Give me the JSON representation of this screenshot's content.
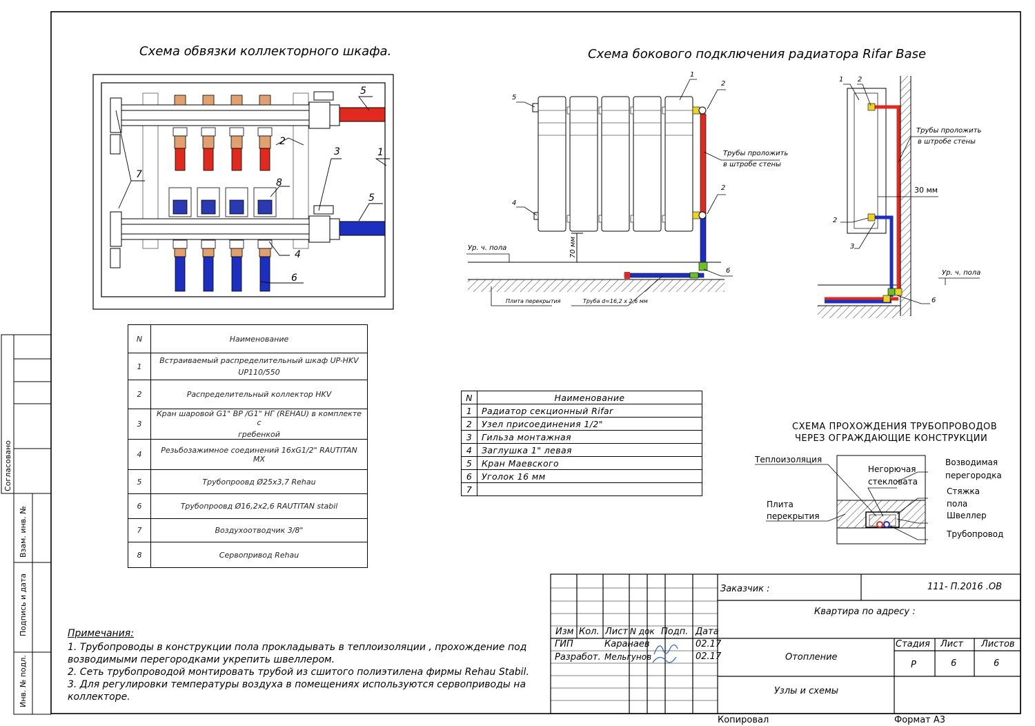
{
  "titles": {
    "manifold": "Схема обвязки коллекторного шкафа.",
    "radiator": "Схема бокового подключения радиатора  Rifar Base",
    "passage_1": "СХЕМА ПРОХОЖДЕНИЯ ТРУБОПРОВОДОВ",
    "passage_2": "ЧЕРЕЗ ОГРАЖДАЮЩИЕ КОНСТРУКЦИИ"
  },
  "manifold_callouts": [
    "5",
    "2",
    "3",
    "1",
    "7",
    "8",
    "5",
    "4",
    "6"
  ],
  "radiator_labels": {
    "front": {
      "c1": "1",
      "c2a": "2",
      "c5": "5",
      "c4": "4",
      "c2b": "2",
      "c6": "6",
      "wall_note_1": "Трубы проложить",
      "wall_note_2": "в штробе стены",
      "floor_level": "Ур. ч. пола",
      "dim": "70 мм",
      "slab": "Плита перекрытия",
      "pipe": "Труба d=16,2 х 2,6  мм"
    },
    "side": {
      "c1": "1",
      "c2a": "2",
      "c2b": "2",
      "c3": "3",
      "c6": "6",
      "wall_note_1": "Трубы проложить",
      "wall_note_2": "в штробе стены",
      "dim": "30 мм",
      "floor_level": "Ур. ч. пола"
    }
  },
  "spec_table_1": {
    "header": [
      "N",
      "Наименование"
    ],
    "rows": [
      [
        "1",
        "Встраиваемый распределительный шкаф  UP-HKV",
        "UP110/550"
      ],
      [
        "2",
        "Распределительный коллектор  HKV",
        ""
      ],
      [
        "3",
        "Кран шаровой  G1\" BP /G1\" НГ  (REHAU)  в комплекте с",
        "гребенкой"
      ],
      [
        "4",
        "Резьбозажимное соединений  16xG1/2\" RAUTITAN MX",
        ""
      ],
      [
        "5",
        "Трубопроовд  Ø25x3,7 Rehau",
        ""
      ],
      [
        "6",
        "Трубопроовд  Ø16,2x2,6 RAUTITAN stabil",
        ""
      ],
      [
        "7",
        "Воздухоотводчик  3/8\"",
        ""
      ],
      [
        "8",
        "Сервопривод  Rehau",
        ""
      ]
    ]
  },
  "spec_table_2": {
    "header": [
      "N",
      "Наименование"
    ],
    "rows": [
      [
        "1",
        "Радиатор секционный Rifar"
      ],
      [
        "2",
        "Узел присоединения 1/2\""
      ],
      [
        "3",
        "Гильза монтажная"
      ],
      [
        "4",
        "Заглушка 1\" левая"
      ],
      [
        "5",
        "Кран Маевского"
      ],
      [
        "6",
        "Уголок 16 мм"
      ],
      [
        "7",
        ""
      ]
    ]
  },
  "passage_labels": {
    "insulation": "Теплоизоляция",
    "mineral_1": "Негорючая",
    "mineral_2": "стекловата",
    "partition_1": "Возводимая",
    "partition_2": "перегородка",
    "screed": "Стяжка",
    "floor": "пола",
    "channel": "Швеллер",
    "slab_1": "Плита",
    "slab_2": "перекрытия",
    "pipe": "Трубопровод"
  },
  "notes": {
    "title": "Примечания:",
    "lines": [
      "1. Трубопроводы в конструкции пола прокладывать в теплоизоляции , прохождение под",
      "возводимыми перегородками укрепить швеллером.",
      "2. Сеть трубопроводой монтировать трубой из сшитого полиэтилена фирмы  Rehau Stabil.",
      "3. Для регулировки температуры воздуха в помещениях используются сервоприводы на",
      "коллекторе."
    ]
  },
  "side_stamp": {
    "agreed": "Согласовано",
    "replace_inv": "Взам. инв. №",
    "sign_date": "Подпись и дата",
    "inv_orig": "Инв. № подл."
  },
  "title_block": {
    "customer": "Заказчик :",
    "code": "111- П.2016 .ОВ",
    "address": "Квартира по адресу :",
    "cols": [
      "Изм",
      "Кол.",
      "Лист",
      "N док",
      "Подп.",
      "Дата"
    ],
    "r1": {
      "role": "ГИП",
      "name": "Каранаев",
      "date": "02.17"
    },
    "r2": {
      "role": "Разработ.",
      "name": "Мельгунов",
      "date": "02.17"
    },
    "section": "Отопление",
    "stage_h": "Стадия",
    "sheet_h": "Лист",
    "sheets_h": "Листов",
    "stage": "Р",
    "sheet": "6",
    "sheets": "6",
    "subject": "Узлы и схемы",
    "copied": "Копировал",
    "format": "Формат А3"
  },
  "colors": {
    "supply": "#e0291f",
    "return": "#1d2fbf",
    "fitting": "#e0a070",
    "sign": "#2a63c9"
  }
}
